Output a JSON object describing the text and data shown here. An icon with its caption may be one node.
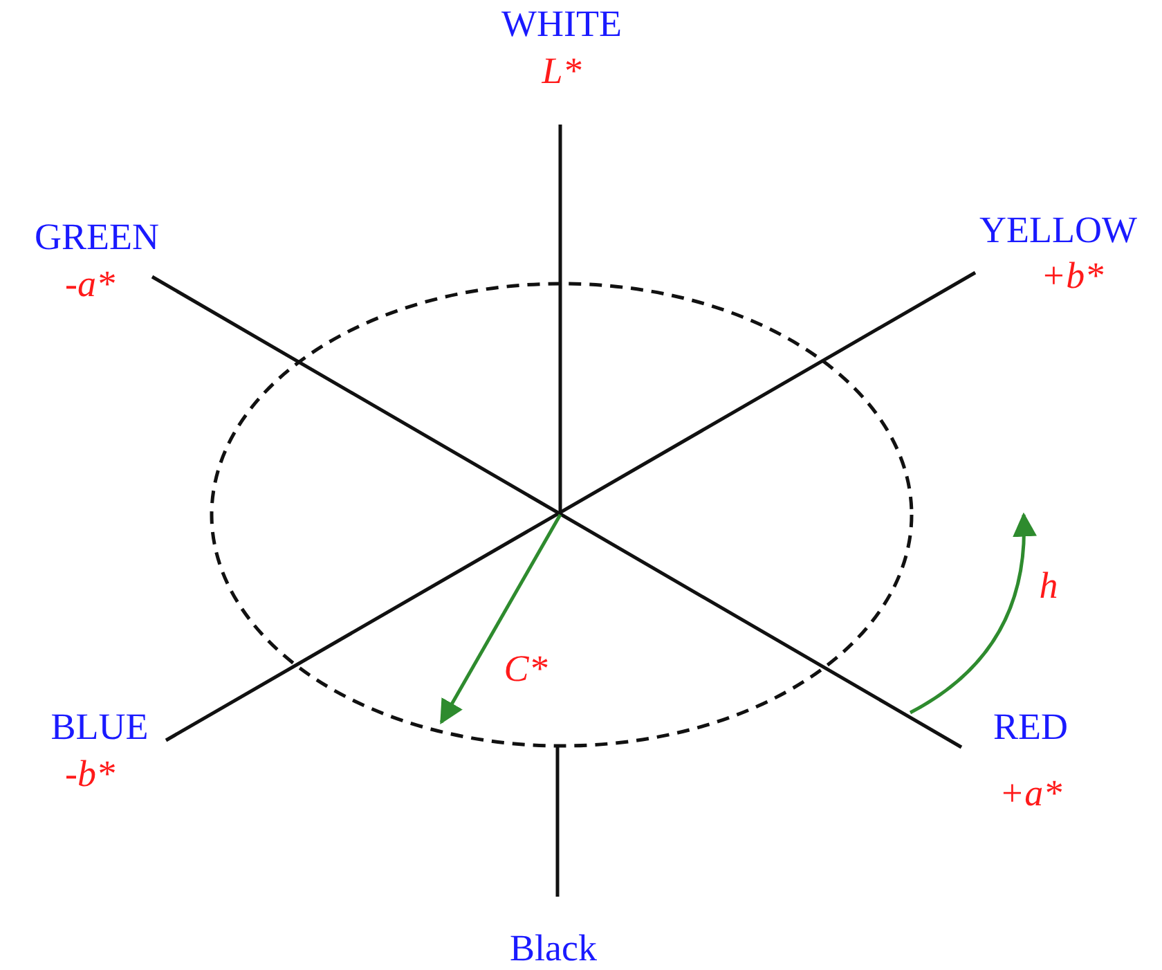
{
  "diagram": {
    "labels": [
      "WHITE",
      "L*",
      "GREEN",
      "YELLOW",
      "-a*",
      "+b*",
      "h",
      "C*",
      "BLUE",
      "RED",
      "-b*",
      "+a*",
      "Black"
    ]
  }
}
